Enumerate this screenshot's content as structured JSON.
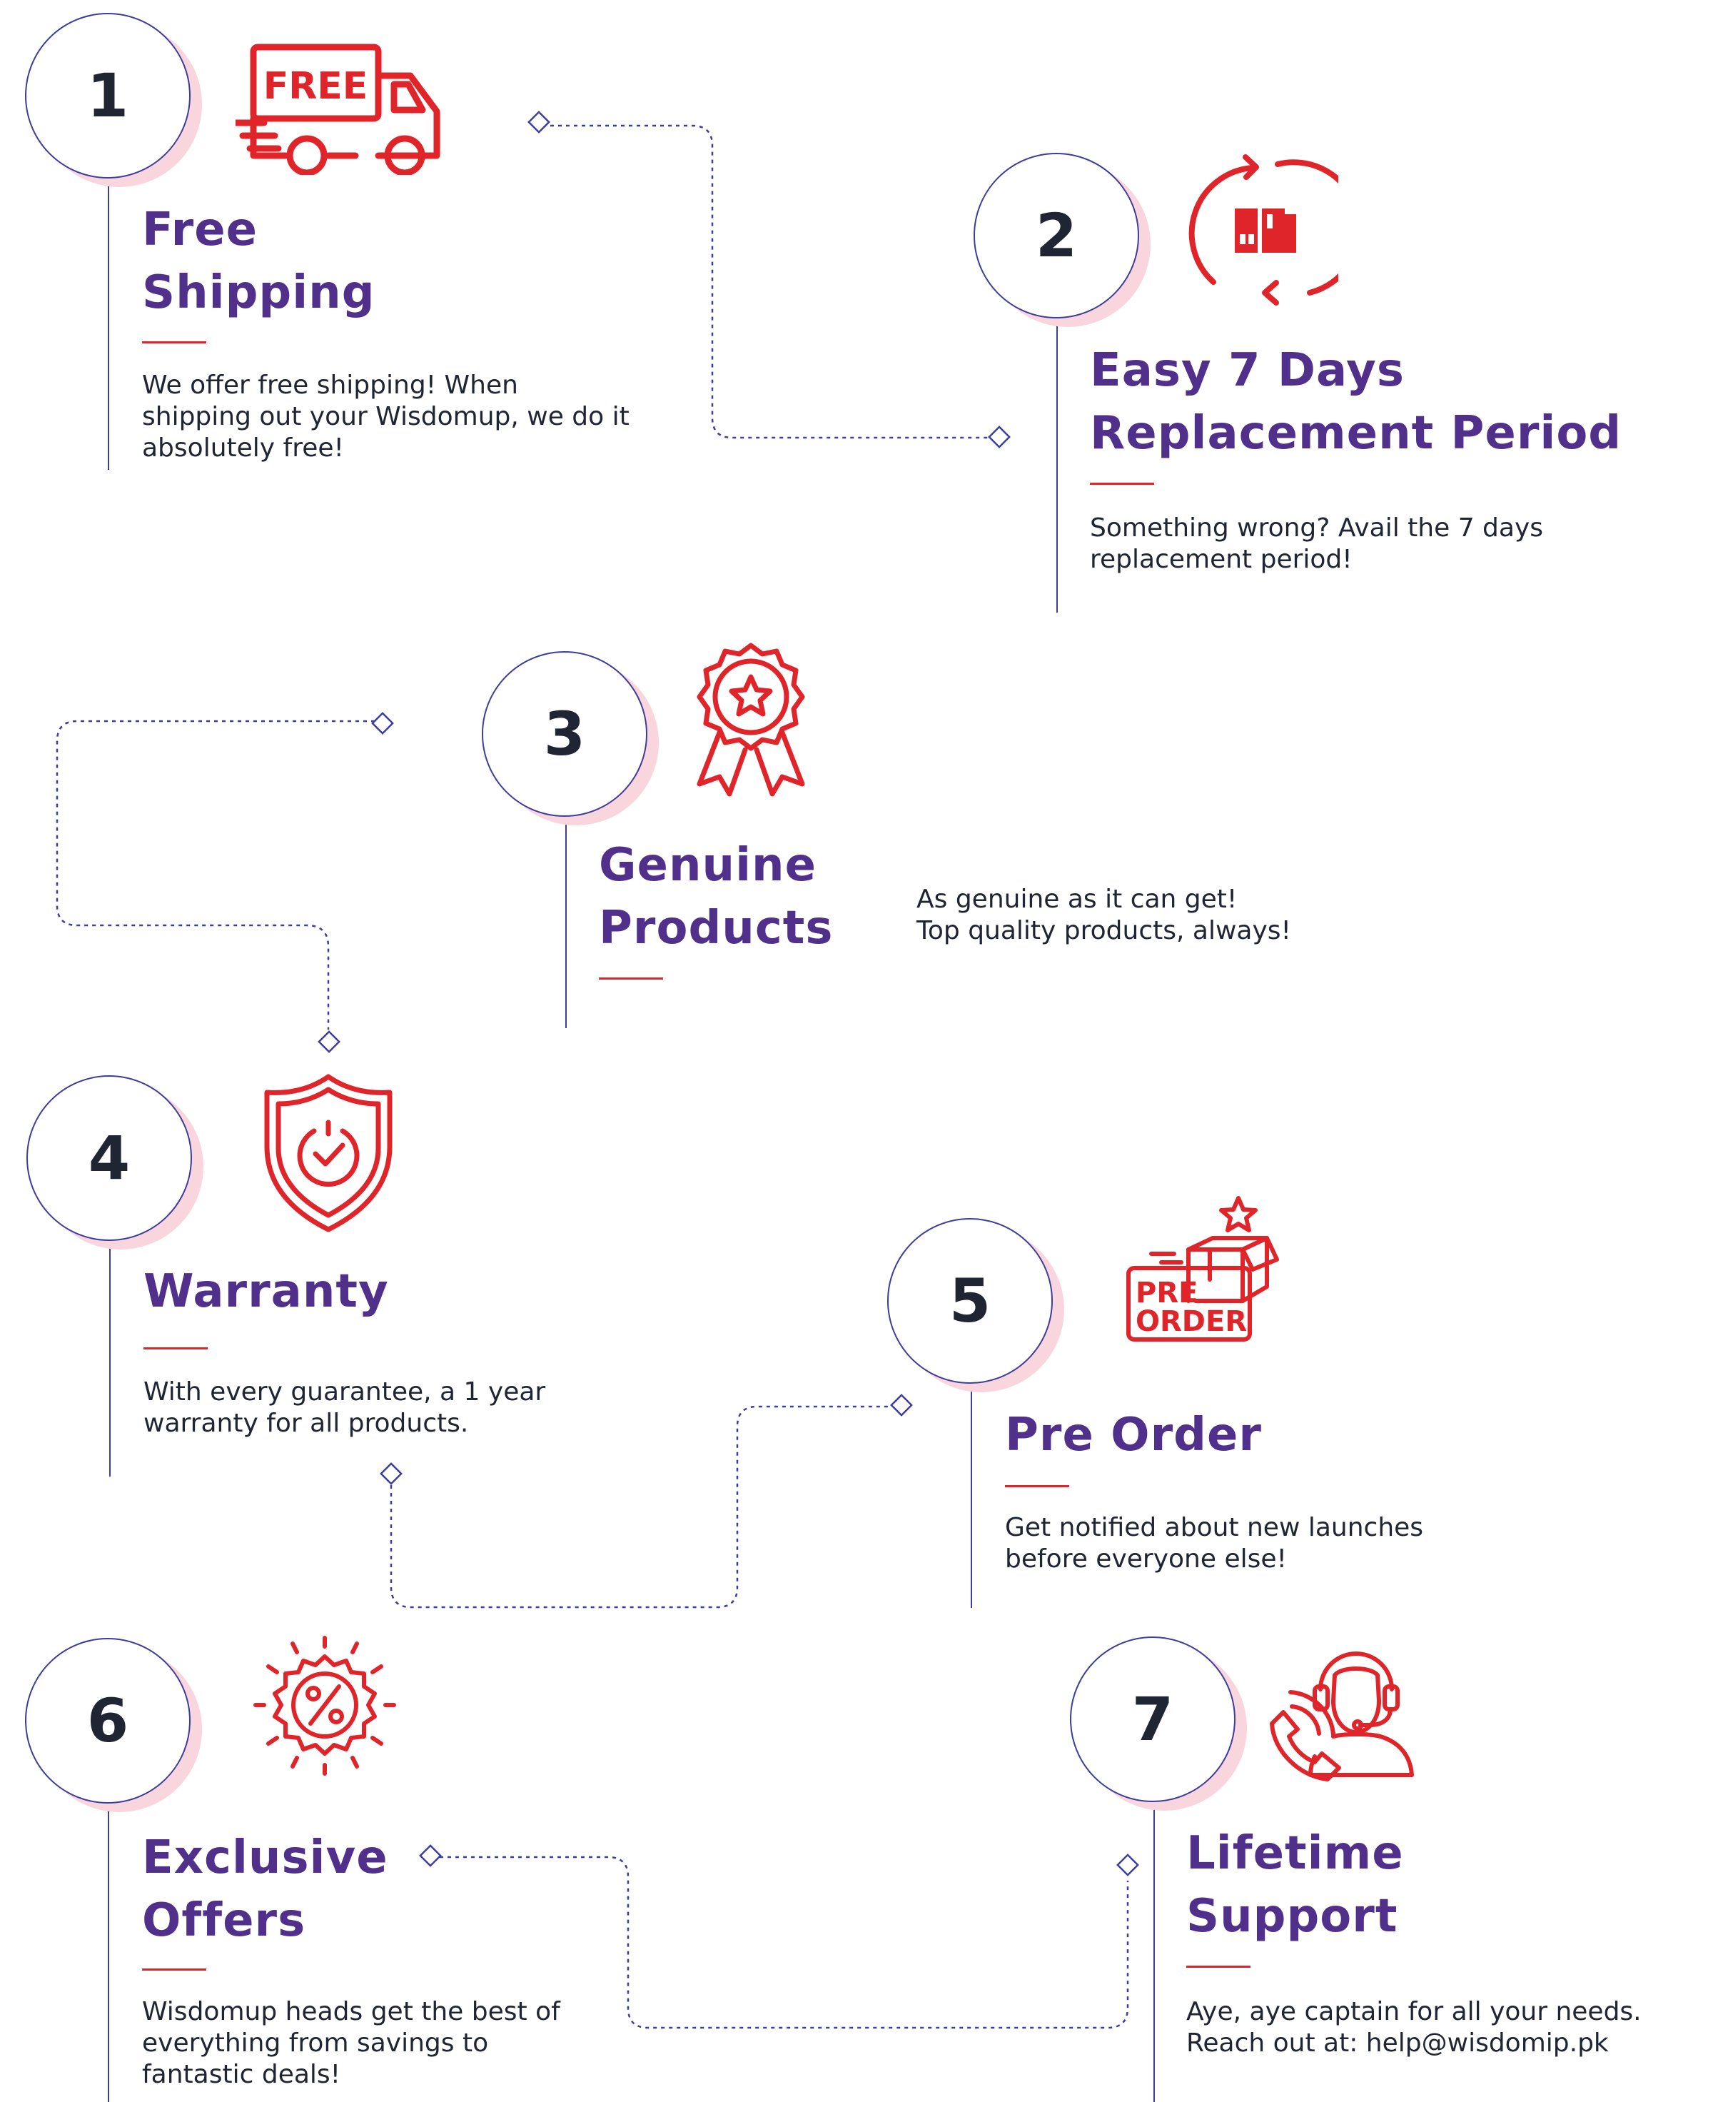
{
  "colors": {
    "title": "#50308a",
    "accent": "#e0252a",
    "text": "#1f2533",
    "circle_border": "#3d3d9c",
    "circle_shadow": "#f9d6de",
    "connector": "#3d3d9c"
  },
  "steps": [
    {
      "number": "1",
      "icon": "free-shipping-truck-icon",
      "icon_text": "FREE",
      "title_lines": [
        "Free",
        "Shipping"
      ],
      "desc_lines": [
        "We offer free shipping! When",
        "shipping out your Wisdomup, we do it",
        "absolutely free!"
      ]
    },
    {
      "number": "2",
      "icon": "replacement-cycle-icon",
      "title_lines": [
        "Easy 7 Days",
        "Replacement Period"
      ],
      "desc_lines": [
        "Something wrong? Avail the 7 days",
        "replacement period!"
      ]
    },
    {
      "number": "3",
      "icon": "award-badge-star-icon",
      "title_lines": [
        "Genuine",
        "Products"
      ],
      "desc_lines": [
        "As genuine as it can get!",
        "Top quality products, always!"
      ]
    },
    {
      "number": "4",
      "icon": "warranty-shield-check-icon",
      "title_lines": [
        "Warranty"
      ],
      "desc_lines": [
        "With every guarantee, a 1 year",
        "warranty for all products."
      ]
    },
    {
      "number": "5",
      "icon": "pre-order-box-icon",
      "icon_text": [
        "PRE",
        "ORDER"
      ],
      "title_lines": [
        "Pre Order"
      ],
      "desc_lines": [
        "Get notified about new launches",
        "before everyone else!"
      ]
    },
    {
      "number": "6",
      "icon": "discount-percent-badge-icon",
      "title_lines": [
        "Exclusive",
        "Offers"
      ],
      "desc_lines": [
        "Wisdomup heads get the best of",
        "everything from savings to",
        "fantastic deals!"
      ]
    },
    {
      "number": "7",
      "icon": "customer-support-headset-icon",
      "title_lines": [
        "Lifetime",
        "Support"
      ],
      "desc_lines": [
        "Aye, aye captain for all your needs.",
        "Reach out at: help@wisdomip.pk"
      ]
    }
  ]
}
